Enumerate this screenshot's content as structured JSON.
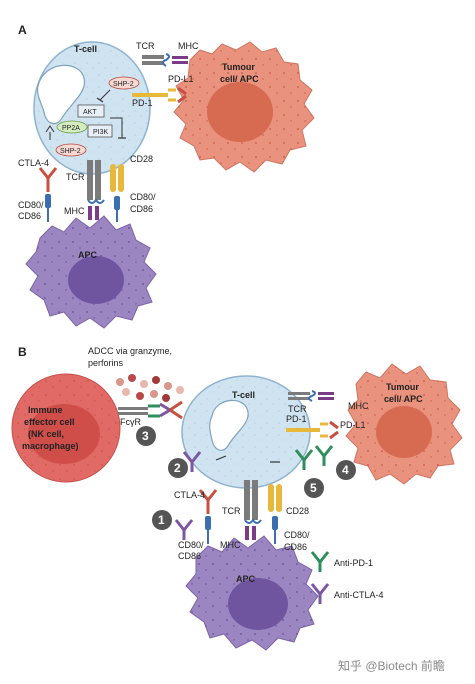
{
  "panel_a": {
    "letter": "A",
    "t_cell": "T-cell",
    "tcr_top": "TCR",
    "mhc_top": "MHC",
    "tumour_line1": "Tumour",
    "tumour_line2": "cell/ APC",
    "pdl1": "PD-L1",
    "pd1": "PD-1",
    "shp2_right": "SHP-2",
    "akt": "AKT",
    "pi3k": "PI3K",
    "pp2a": "PP2A",
    "shp2_left": "SHP-2",
    "ctla4": "CTLA-4",
    "tcr_bottom": "TCR",
    "cd28": "CD28",
    "cd80_left_1": "CD80/",
    "cd80_left_2": "CD86",
    "mhc_bottom": "MHC",
    "cd80_right_1": "CD80/",
    "cd80_right_2": "CD86",
    "apc": "APC"
  },
  "panel_b": {
    "letter": "B",
    "adcc_1": "ADCC via granzyme,",
    "adcc_2": "perforins",
    "immune_1": "Immune",
    "immune_2": "effector cell",
    "immune_3": "(NK cell,",
    "immune_4": "macrophage)",
    "fcyr": "FcγR",
    "t_cell": "T-cell",
    "tcr_top": "TCR",
    "pd1": "PD-1",
    "mhc_right": "MHC",
    "tumour_line1": "Tumour",
    "tumour_line2": "cell/ APC",
    "pdl1": "PD-L1",
    "ctla4": "CTLA-4",
    "tcr_bottom": "TCR",
    "cd28": "CD28",
    "cd80_left_1": "CD80/",
    "cd80_left_2": "CD86",
    "mhc_bottom": "MHC",
    "cd80_right_1": "CD80/",
    "cd80_right_2": "CD86",
    "apc": "APC",
    "anti_pd1": "Anti-PD-1",
    "anti_ctla4": "Anti-CTLA-4",
    "steps": [
      "1",
      "2",
      "3",
      "4",
      "5"
    ]
  },
  "watermark": "知乎 @Biotech 前瞻",
  "colors": {
    "t_cell_fill": "#cfe3f1",
    "t_cell_stroke": "#8fb3cf",
    "tumour_fill": "#e9927d",
    "tumour_nucleus": "#d66b52",
    "apc_fill": "#9b86c2",
    "apc_nucleus": "#6f55a0",
    "immune_fill": "#e26a66",
    "ctla4_red": "#c85040",
    "cd28_yellow": "#e8b83a",
    "pd1_yellow": "#e8b83a",
    "cd80_blue": "#3a6fb0",
    "mhc_purple": "#7a3c86",
    "tcr_gray": "#7b7b7b",
    "anti_pd1_green": "#2d8f5c",
    "anti_ctla4_purple": "#7c56a3",
    "step_circle": "#555555"
  }
}
